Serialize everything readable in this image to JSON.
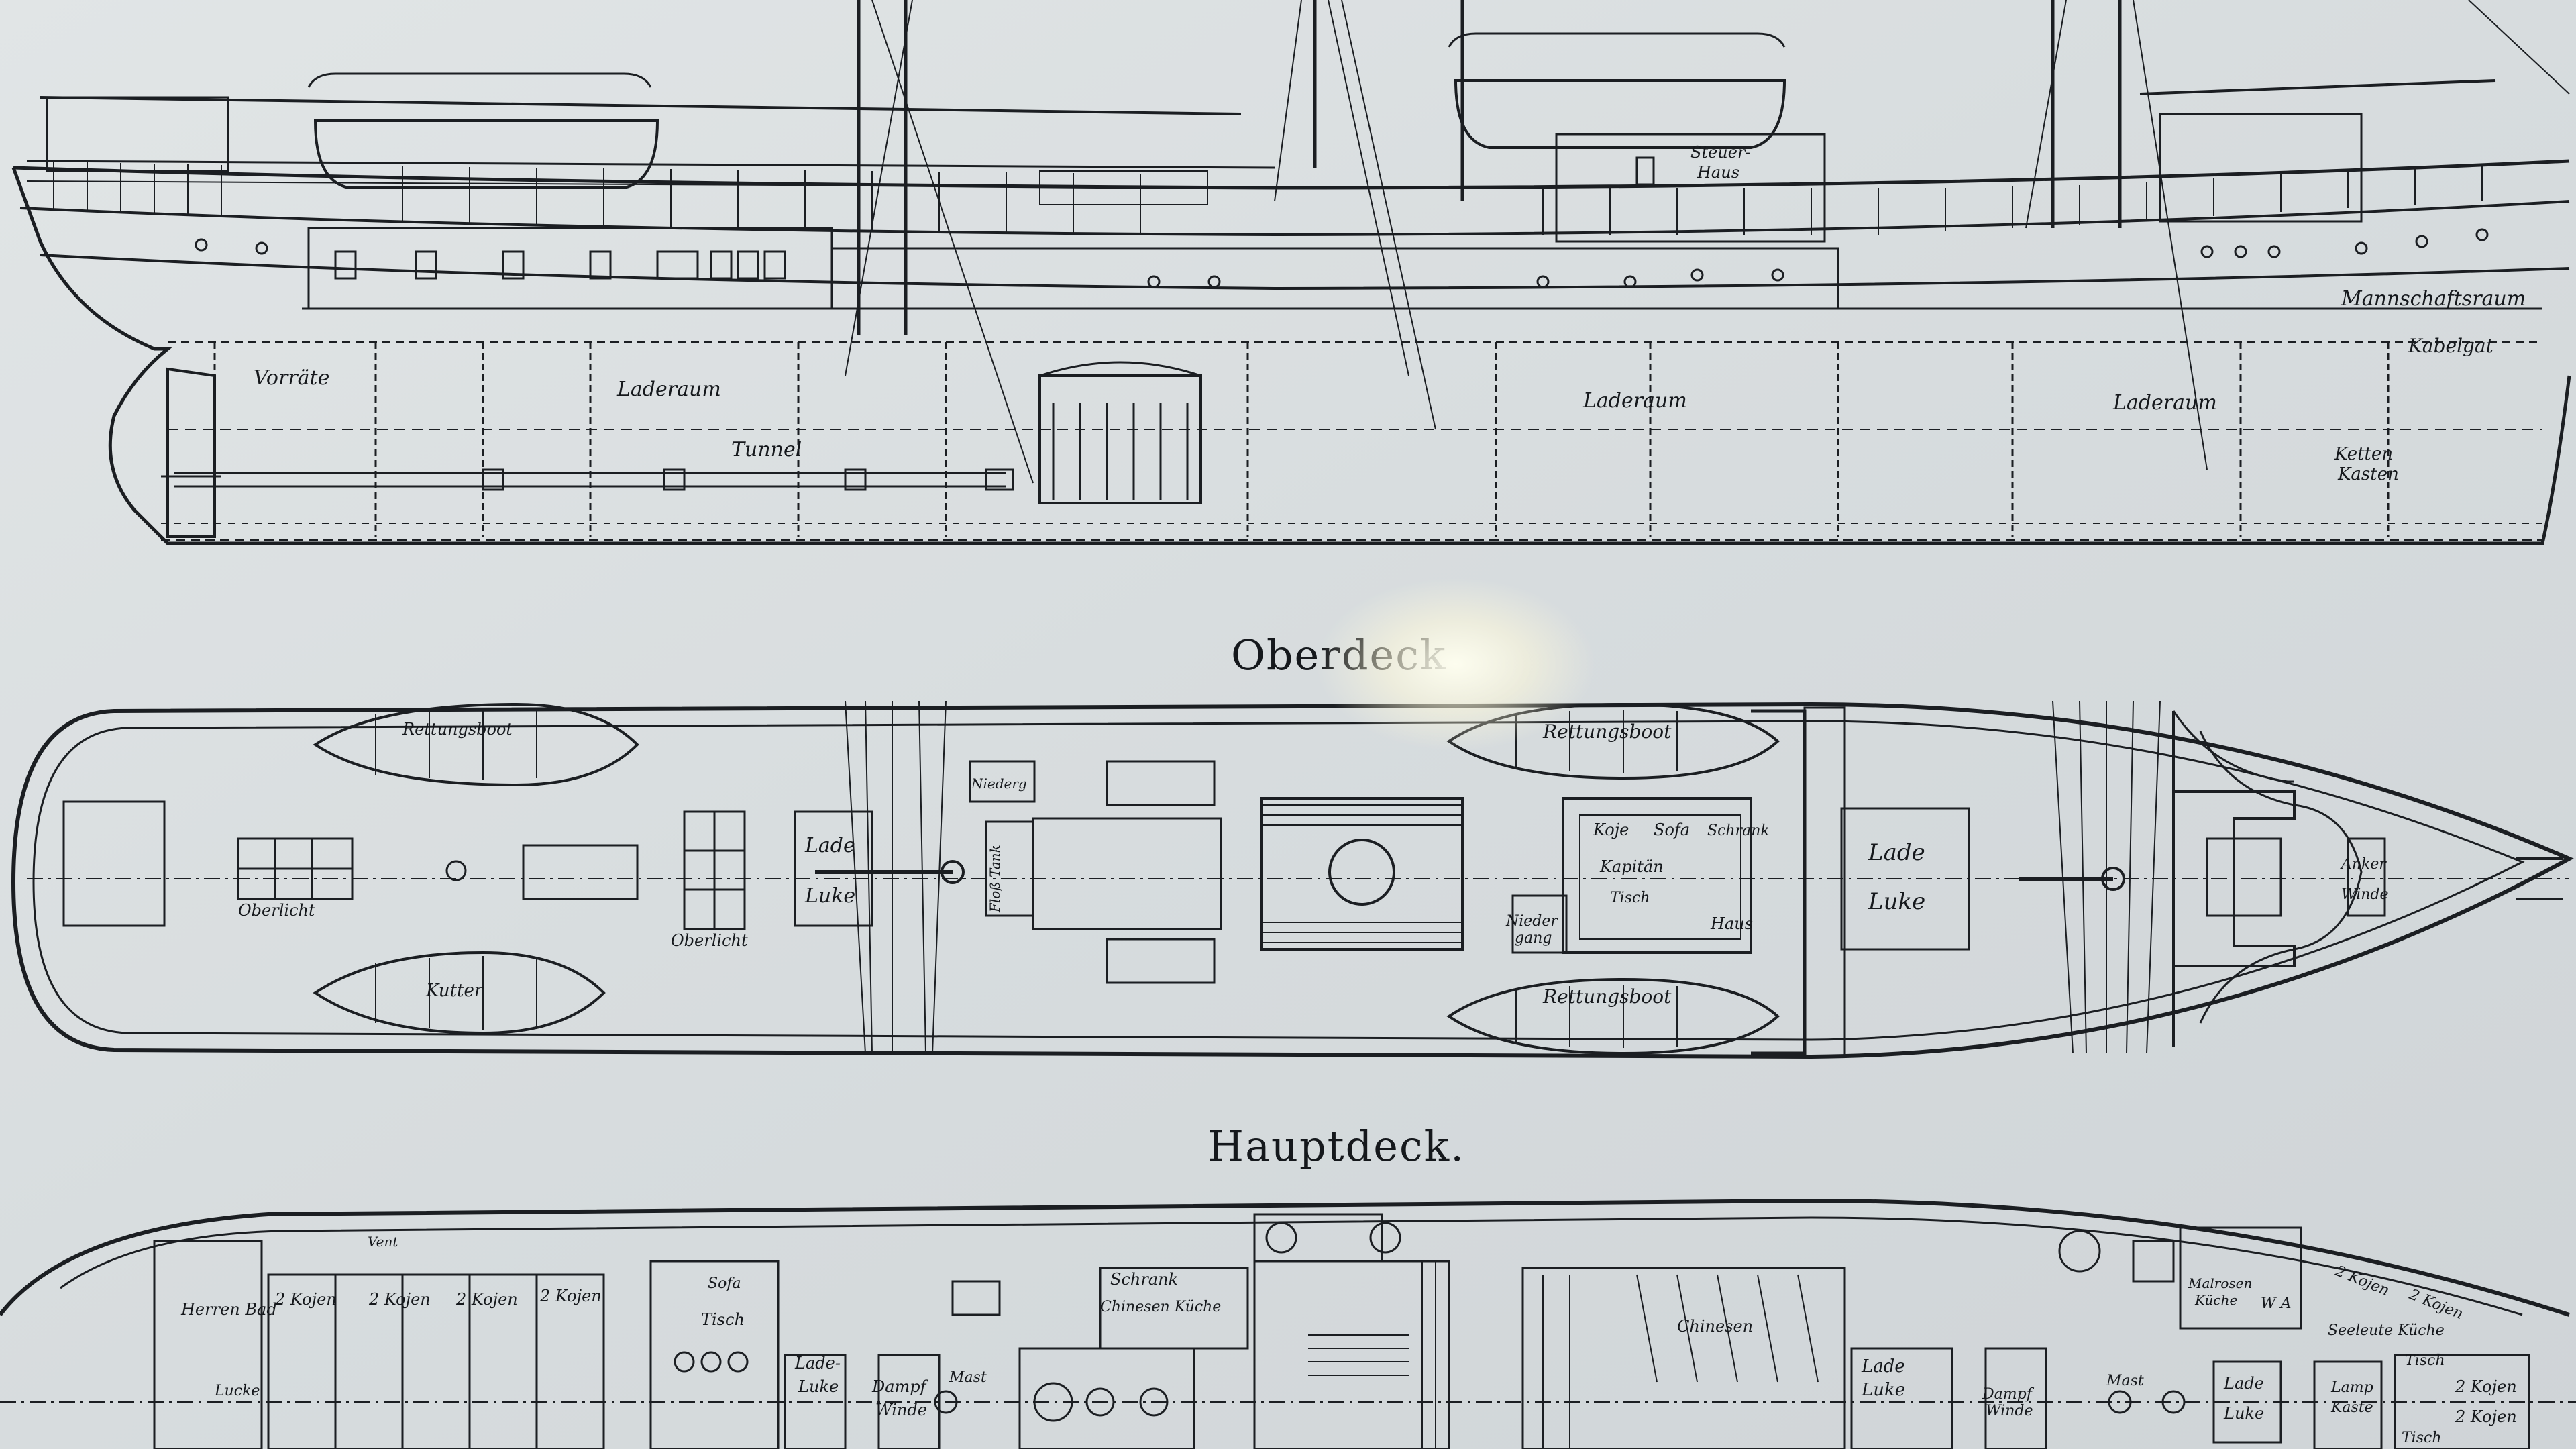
{
  "titles": {
    "oberdeck": "Oberdeck",
    "hauptdeck": "Hauptdeck."
  },
  "profile_labels": {
    "vorrate": "Vorräte",
    "laderaum_1": "Laderaum",
    "tunnel": "Tunnel",
    "laderaum_2": "Laderaum",
    "laderaum_3": "Laderaum",
    "steuerhaus_1": "Steuer-",
    "steuerhaus_2": "Haus",
    "mannschaftsraum": "Mannschaftsraum",
    "kabelgat": "Kabelgat",
    "kettenkasten_1": "Ketten",
    "kettenkasten_2": "Kasten"
  },
  "oberdeck_labels": {
    "rettungsboot_1": "Rettungsboot",
    "rettungsboot_2": "Rettungsboot",
    "rettungsboot_3": "Rettungsboot",
    "kutter": "Kutter",
    "oberlicht_1": "Oberlicht",
    "oberlicht_2": "Oberlicht",
    "ladeluke_1a": "Lade",
    "ladeluke_1b": "Luke",
    "ladeluke_2a": "Lade",
    "ladeluke_2b": "Luke",
    "niedergang_1": "Nieder",
    "niedergang_2": "gang",
    "koje": "Koje",
    "sofa": "Sofa",
    "schrank": "Schrank",
    "kapitan": "Kapitän",
    "tisch": "Tisch",
    "haus": "Haus",
    "ankerwinde_1": "Anker",
    "ankerwinde_2": "Winde",
    "niederg_small": "Niederg",
    "flossteuer": "Floß Tank"
  },
  "hauptdeck_labels": {
    "herren_bad": "Herren Bad",
    "kojen_1": "2 Kojen",
    "kojen_2": "2 Kojen",
    "kojen_3": "2 Kojen",
    "kojen_4": "2 Kojen",
    "sofa": "Sofa",
    "tisch": "Tisch",
    "ladeluke_a1": "Lade-",
    "ladeluke_a2": "Luke",
    "dampfwinde_1a": "Dampf",
    "dampfwinde_1b": "Winde",
    "mast_1": "Mast",
    "schrank": "Schrank",
    "chinesen_kuche": "Chinesen Küche",
    "chinesen": "Chinesen",
    "ladeluke_b1": "Lade",
    "ladeluke_b2": "Luke",
    "dampfwinde_2a": "Dampf",
    "dampfwinde_2b": "Winde",
    "mast_2": "Mast",
    "ladeluke_c1": "Lade",
    "ladeluke_c2": "Luke",
    "seeleute_kuche": "Seeleute Küche",
    "matrosen_kuche_1": "Malrosen",
    "matrosen_kuche_2": "Küche",
    "wa": "W A",
    "kojen_5": "2 Kojen",
    "kojen_6": "2 Kojen",
    "kojen_7": "2 Kojen",
    "kojen_8": "2 Kojen",
    "lampe_1": "Lamp",
    "lampe_2": "Kaste",
    "tisch_2": "Tisch",
    "tisch_3": "Tisch",
    "vent": "Vent",
    "lucke": "Lucke"
  }
}
